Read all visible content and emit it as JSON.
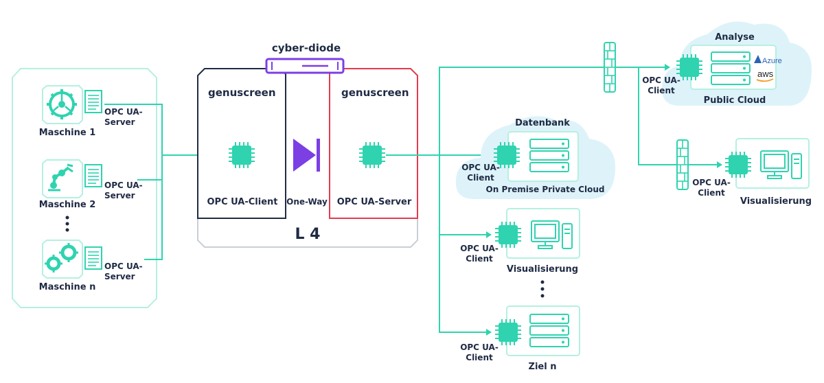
{
  "labels": {
    "machine1": "Maschine 1",
    "machine2": "Maschine 2",
    "machinen": "Maschine n",
    "opc_ua": "OPC UA-",
    "server": "Server",
    "client": "Client",
    "cyber_diode": "cyber-diode",
    "genuscreen": "genuscreen",
    "opc_client_full": "OPC UA-Client",
    "opc_server_full": "OPC UA-Server",
    "one_way": "One-Way",
    "l4": "L 4",
    "datenbank": "Datenbank",
    "on_premise": "On Premise Private Cloud",
    "analyse": "Analyse",
    "public_cloud": "Public Cloud",
    "azure": "Azure",
    "aws": "aws",
    "visualisierung": "Visualisierung",
    "ziel_n": "Ziel n"
  },
  "colors": {
    "teal": "#2fd3b0",
    "teal_light": "#b4f0e1",
    "purple": "#7b3fe4",
    "red": "#e23a4f",
    "navy": "#1f2a44",
    "cloud": "#ddf3f9",
    "gray": "#c9ced6"
  },
  "icons": [
    "gear-icon",
    "robot-arm-icon",
    "gears-icon",
    "document-icon",
    "chip-icon",
    "server-stack-icon",
    "computer-icon",
    "firewall-icon",
    "diode-icon",
    "azure-logo",
    "aws-logo"
  ]
}
